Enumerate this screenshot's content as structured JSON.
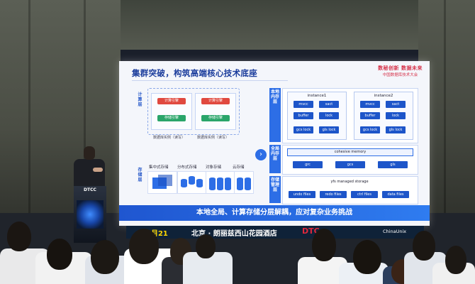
{
  "slide": {
    "title": "集群突破，构筑高端核心技术底座",
    "logo_main": "数秘创新 数据未来",
    "logo_sub": "中国数据库技术大会",
    "footer": "本地全局、计算存储分层解耦，应对复杂业务挑战",
    "left_diagram": {
      "compute_label": "计算层",
      "storage_label": "存储层",
      "engine": "计算引擎",
      "storage_engine": "存储引擎",
      "instance_caption": "数据库实例（读写）",
      "storage_types": [
        "集中式存储",
        "分布式存储",
        "对象存储",
        "云存储"
      ]
    },
    "right_diagram": {
      "local_memory_label": "本地内存层",
      "global_memory_label": "全局内存层",
      "storage_tab_label": "存储管理层",
      "instances": [
        {
          "name": "instance1",
          "blocks": [
            "mvcc",
            "sact",
            "buffer",
            "lock",
            "gcs lock",
            "gls lock"
          ]
        },
        {
          "name": "instance2",
          "blocks": [
            "mvcc",
            "sact",
            "buffer",
            "lock",
            "gcs lock",
            "gls lock"
          ]
        }
      ],
      "cohesive_memory": "cohesive memory",
      "global_services": [
        "grc",
        "gcs",
        "gls"
      ],
      "managed_storage": "yfs managed storage",
      "files": [
        "undo files",
        "redo files",
        "ctrl files",
        "data files"
      ]
    }
  },
  "banner": {
    "date": "8月21",
    "place": "北京 · 朗丽兹西山花园酒店",
    "brand": "DTC",
    "partner": "ChinaUnix"
  },
  "lectern": {
    "logo": "DTCC"
  }
}
